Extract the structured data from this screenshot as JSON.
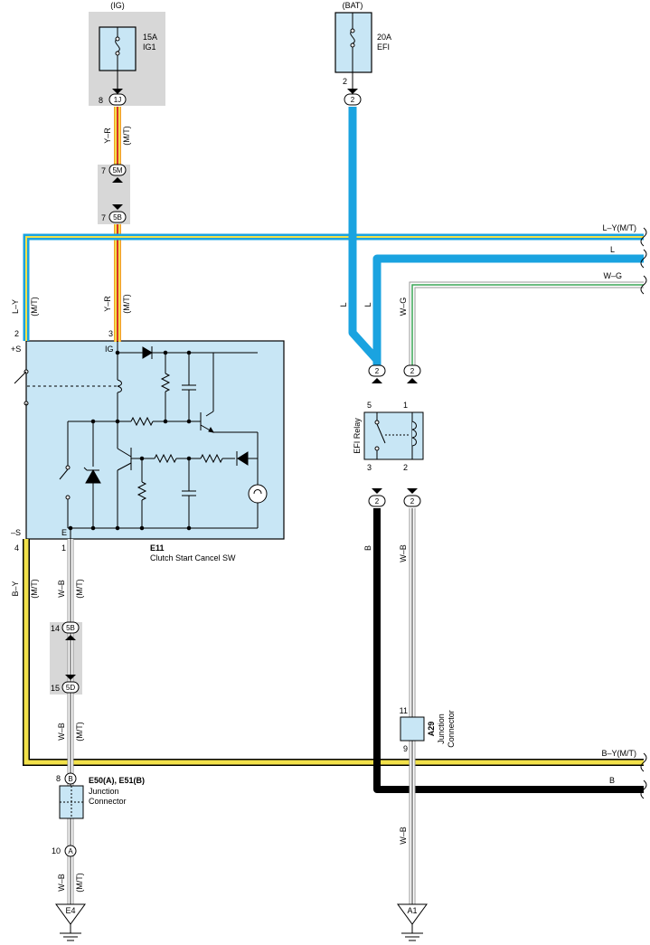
{
  "fuse_ig": {
    "supply": "(IG)",
    "rating": "15A",
    "name": "IG1",
    "pin": "8",
    "connector": "1J"
  },
  "fuse_bat": {
    "supply": "(BAT)",
    "rating": "20A",
    "name": "EFI",
    "pin": "2",
    "connector": "2"
  },
  "wires": {
    "yr_mt_top": [
      "Y–R",
      "(M/T)"
    ],
    "yr_mt_mid": [
      "Y–R",
      "(M/T)"
    ],
    "ly_mt": [
      "L–Y",
      "(M/T)"
    ],
    "ly_right": "L–Y(M/T)",
    "l_right": "L",
    "wg_right": "W–G",
    "l_a": "L",
    "l_b": "L",
    "wg": "W–G",
    "by_mt": [
      "B–Y",
      "(M/T)"
    ],
    "wb_mt_1": [
      "W–B",
      "(M/T)"
    ],
    "wb_mt_2": [
      "W–B",
      "(M/T)"
    ],
    "wb_mt_3": [
      "W–B",
      "(M/T)"
    ],
    "b_vert": "B",
    "wb_relay": "W–B",
    "wb_low": "W–B",
    "by_right": "B–Y(M/T)",
    "b_right": "B"
  },
  "junction_5m_5b": {
    "top_pin": "7",
    "top_conn": "5M",
    "bot_pin": "7",
    "bot_conn": "5B"
  },
  "junction_5b_5d": {
    "top_pin": "14",
    "top_conn": "5B",
    "bot_pin": "15",
    "bot_conn": "5D"
  },
  "switch": {
    "id": "E11",
    "name": "Clutch Start Cancel SW",
    "pin_s_plus": "2",
    "label_s_plus": "+S",
    "pin_ig": "3",
    "label_ig": "IG",
    "pin_s_minus": "4",
    "label_s_minus": "–S",
    "pin_e": "1",
    "label_e": "E"
  },
  "relay": {
    "name": "EFI Relay",
    "pin5": "5",
    "pin1": "1",
    "pin3": "3",
    "pin2": "2",
    "conn_top_left": "2",
    "conn_top_right": "2",
    "conn_bot_left": "2",
    "conn_bot_right": "2"
  },
  "junction_a29": {
    "id": "A29",
    "name": [
      "Junction",
      "Connector"
    ],
    "pin_top": "11",
    "pin_bot": "9"
  },
  "junction_e50": {
    "id": "E50(A), E51(B)",
    "name": [
      "Junction",
      "Connector"
    ],
    "pin_top": "8",
    "conn_top": "B",
    "pin_bot": "10",
    "conn_bot": "A"
  },
  "grounds": {
    "left": "E4",
    "right": "A1"
  },
  "colors": {
    "blue_wire": "#1aa3e0",
    "yellow": "#f2e14a",
    "red": "#d9322a",
    "orange": "#f39a2a",
    "green": "#3aa657",
    "box_fill": "#c8e6f5",
    "gray_block": "#d7d7d7"
  }
}
